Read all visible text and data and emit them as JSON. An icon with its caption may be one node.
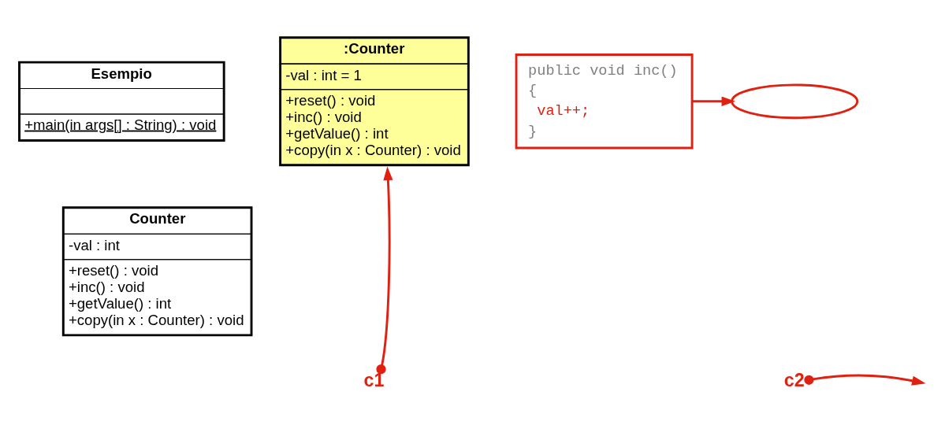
{
  "diagram": {
    "nodes": [
      {
        "text": [
          "Esempio",
          "+main(in args[] : String) : void"
        ]
      },
      {
        "text": [
          "Counter",
          "-val : int",
          "+reset() : void",
          "+inc() : void",
          "+getValue() : int",
          "+copy(in x : Counter) : void"
        ]
      },
      {
        "text": [
          ":Counter",
          "-val : int = 1",
          "+reset() : void",
          "+inc() : void",
          "+getValue() : int",
          "+copy(in x : Counter) : void"
        ]
      },
      {
        "text": [
          "public void inc()",
          "{",
          "val++;",
          "}"
        ]
      },
      {
        "text": [],
        "shape": "ellipse"
      },
      {
        "text": [
          "c1"
        ]
      },
      {
        "text": [
          "c2"
        ]
      }
    ],
    "edges": [
      {
        "from": 3,
        "to": 4,
        "arrow": "to"
      },
      {
        "from": 5,
        "to": 2,
        "arrow": "to"
      },
      {
        "from": 6,
        "to": null,
        "arrow": "to"
      }
    ]
  }
}
